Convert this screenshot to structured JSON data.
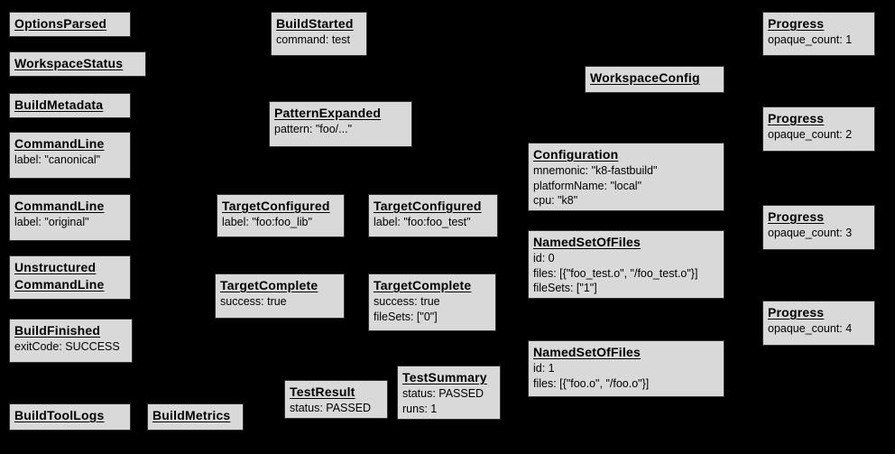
{
  "diagram": {
    "description": "Build event graph with event boxes on black background",
    "colors": {
      "background": "#000000",
      "node_fill": "#d9d9d9",
      "node_border": "#333333",
      "text": "#000000"
    }
  },
  "nodes": [
    {
      "id": "options-parsed",
      "title": "OptionsParsed",
      "lines": []
    },
    {
      "id": "workspace-status",
      "title": "WorkspaceStatus",
      "lines": []
    },
    {
      "id": "build-metadata",
      "title": "BuildMetadata",
      "lines": []
    },
    {
      "id": "command-line-canonical",
      "title": "CommandLine",
      "lines": [
        "label: \"canonical\""
      ]
    },
    {
      "id": "command-line-original",
      "title": "CommandLine",
      "lines": [
        "label: \"original\""
      ]
    },
    {
      "id": "unstructured-command-line",
      "title": "Unstructured CommandLine",
      "lines": []
    },
    {
      "id": "build-finished",
      "title": "BuildFinished",
      "lines": [
        "exitCode: SUCCESS"
      ]
    },
    {
      "id": "build-tool-logs",
      "title": "BuildToolLogs",
      "lines": []
    },
    {
      "id": "build-metrics",
      "title": "BuildMetrics",
      "lines": []
    },
    {
      "id": "build-started",
      "title": "BuildStarted",
      "lines": [
        "command: test"
      ]
    },
    {
      "id": "pattern-expanded",
      "title": "PatternExpanded",
      "lines": [
        "pattern: \"foo/...\""
      ]
    },
    {
      "id": "target-configured-foo-lib",
      "title": "TargetConfigured",
      "lines": [
        "label: \"foo:foo_lib\""
      ]
    },
    {
      "id": "target-complete-foo-lib",
      "title": "TargetComplete",
      "lines": [
        "success: true"
      ]
    },
    {
      "id": "test-result",
      "title": "TestResult",
      "lines": [
        "status: PASSED"
      ]
    },
    {
      "id": "target-configured-foo-test",
      "title": "TargetConfigured",
      "lines": [
        "label: \"foo:foo_test\""
      ]
    },
    {
      "id": "target-complete-foo-test",
      "title": "TargetComplete",
      "lines": [
        "success: true",
        "fileSets: [\"0\"]"
      ]
    },
    {
      "id": "test-summary",
      "title": "TestSummary",
      "lines": [
        "status: PASSED",
        "runs: 1"
      ]
    },
    {
      "id": "workspace-config",
      "title": "WorkspaceConfig",
      "lines": []
    },
    {
      "id": "configuration",
      "title": "Configuration",
      "lines": [
        "mnemonic: \"k8-fastbuild\"",
        "platformName: \"local\"",
        "cpu: \"k8\""
      ]
    },
    {
      "id": "named-set-of-files-0",
      "title": "NamedSetOfFiles",
      "lines": [
        "id: 0",
        "files: [{\"foo_test.o\", \"/foo_test.o\"}]",
        "fileSets: [\"1\"]"
      ]
    },
    {
      "id": "named-set-of-files-1",
      "title": "NamedSetOfFiles",
      "lines": [
        "id: 1",
        "files: [{\"foo.o\", \"/foo.o\"}]"
      ]
    },
    {
      "id": "progress-1",
      "title": "Progress",
      "lines": [
        "opaque_count: 1"
      ]
    },
    {
      "id": "progress-2",
      "title": "Progress",
      "lines": [
        "opaque_count: 2"
      ]
    },
    {
      "id": "progress-3",
      "title": "Progress",
      "lines": [
        "opaque_count: 3"
      ]
    },
    {
      "id": "progress-4",
      "title": "Progress",
      "lines": [
        "opaque_count: 4"
      ]
    }
  ]
}
